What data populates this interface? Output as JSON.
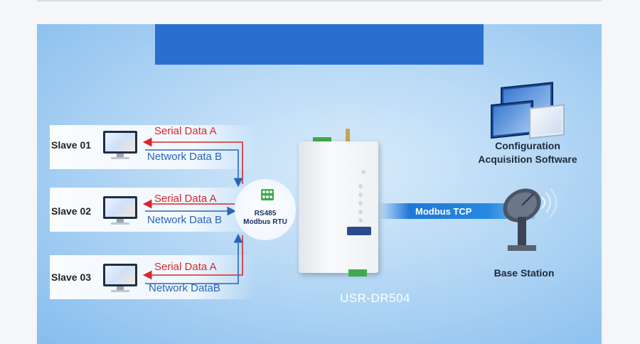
{
  "slaves": [
    {
      "label": "Slave 01",
      "serial": "Serial Data A",
      "network": "Network Data B"
    },
    {
      "label": "Slave 02",
      "serial": "Serial Data A",
      "network": "Network Data B"
    },
    {
      "label": "Slave 03",
      "serial": "Serial Data A",
      "network": "Network DataB"
    }
  ],
  "rs485": {
    "line1": "RS485",
    "line2": "Modbus RTU"
  },
  "device": {
    "name": "USR-DR504"
  },
  "link": {
    "label": "Modbus TCP"
  },
  "software": {
    "line1": "Configuration",
    "line2": "Acquisition Software"
  },
  "station": {
    "label": "Base Station"
  },
  "colors": {
    "serial_arrow": "#d8282a",
    "network_arrow": "#2a64b8",
    "title_bar": "#2a6fce",
    "tcp_bar": "#1f78d6",
    "terminal": "#3faa4c"
  }
}
